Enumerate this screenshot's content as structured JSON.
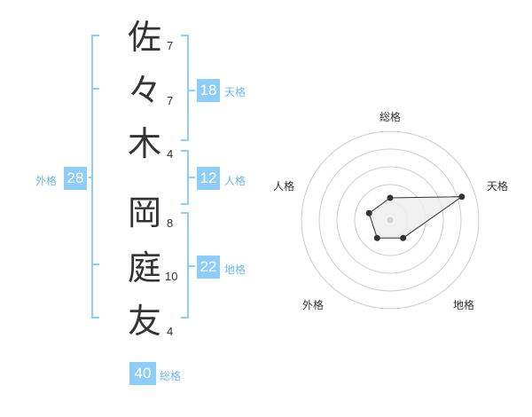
{
  "name": {
    "characters": [
      {
        "char": "佐",
        "strokes": "7"
      },
      {
        "char": "々",
        "strokes": "7"
      },
      {
        "char": "木",
        "strokes": "4"
      },
      {
        "char": "岡",
        "strokes": "8"
      },
      {
        "char": "庭",
        "strokes": "10"
      },
      {
        "char": "友",
        "strokes": "4"
      }
    ]
  },
  "kaku": {
    "tenkaku": {
      "value": "18",
      "label": "天格"
    },
    "jinkaku": {
      "value": "12",
      "label": "人格"
    },
    "chikaku": {
      "value": "22",
      "label": "地格"
    },
    "gaikaku": {
      "value": "28",
      "label": "外格"
    },
    "soukaku": {
      "value": "40",
      "label": "総格"
    }
  },
  "radar": {
    "labels": {
      "soukaku": "総格",
      "tenkaku": "天格",
      "chikaku": "地格",
      "gaikaku": "外格",
      "jinkaku": "人格"
    },
    "levels": {
      "soukaku": 0.25,
      "tenkaku": 0.85,
      "chikaku": 0.25,
      "gaikaku": 0.25,
      "jinkaku": 0.25
    },
    "fill_color": "#efefef",
    "line_color": "#333333",
    "ring_color": "#cccccc",
    "center_dot_color": "#d0d0d0"
  },
  "colors": {
    "bracket": "#8ecdf7",
    "badge_bg": "#8ecdf7",
    "badge_label": "#6fb7e3"
  }
}
